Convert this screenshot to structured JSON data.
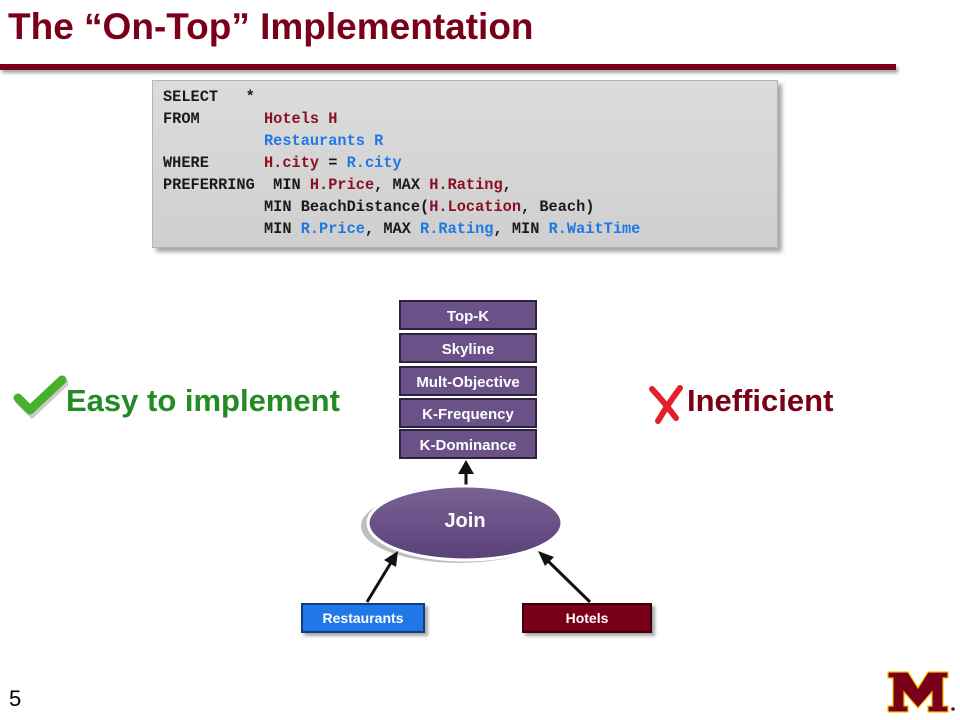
{
  "slide": {
    "title": "The “On-Top” Implementation",
    "page_number": "5"
  },
  "query": {
    "lines": [
      [
        {
          "t": "SELECT   *",
          "c": "k"
        }
      ],
      [
        {
          "t": "FROM       ",
          "c": "k"
        },
        {
          "t": "Hotels H",
          "c": "h"
        }
      ],
      [
        {
          "t": "           ",
          "c": "k"
        },
        {
          "t": "Restaurants R",
          "c": "r"
        }
      ],
      [
        {
          "t": "WHERE      ",
          "c": "k"
        },
        {
          "t": "H.city",
          "c": "h"
        },
        {
          "t": " = ",
          "c": "k"
        },
        {
          "t": "R.city",
          "c": "r"
        }
      ],
      [
        {
          "t": "PREFERRING  MIN ",
          "c": "k"
        },
        {
          "t": "H.Price",
          "c": "h"
        },
        {
          "t": ", MAX ",
          "c": "k"
        },
        {
          "t": "H.Rating",
          "c": "h"
        },
        {
          "t": ",",
          "c": "k"
        }
      ],
      [
        {
          "t": "           MIN BeachDistance(",
          "c": "k"
        },
        {
          "t": "H.Location",
          "c": "h"
        },
        {
          "t": ", Beach)",
          "c": "k"
        }
      ],
      [
        {
          "t": "           MIN ",
          "c": "k"
        },
        {
          "t": "R.Price",
          "c": "r"
        },
        {
          "t": ", MAX ",
          "c": "k"
        },
        {
          "t": "R.Rating",
          "c": "r"
        },
        {
          "t": ", MIN ",
          "c": "k"
        },
        {
          "t": "R.WaitTime",
          "c": "r"
        }
      ]
    ]
  },
  "operators": [
    "Top-K",
    "Skyline",
    "Mult-Objective",
    "K-Frequency",
    "K-Dominance"
  ],
  "join_label": "Join",
  "sources": {
    "restaurants": "Restaurants",
    "hotels": "Hotels"
  },
  "pros": {
    "label": "Easy to implement",
    "icon": "checkmark-icon"
  },
  "cons": {
    "label": "Inefficient",
    "icon": "cross-icon"
  },
  "colors": {
    "maroon": "#7a0019",
    "green": "#228b22",
    "purple": "#6a5289",
    "blue": "#1f78e6",
    "hotel_red": "#8b1024"
  }
}
